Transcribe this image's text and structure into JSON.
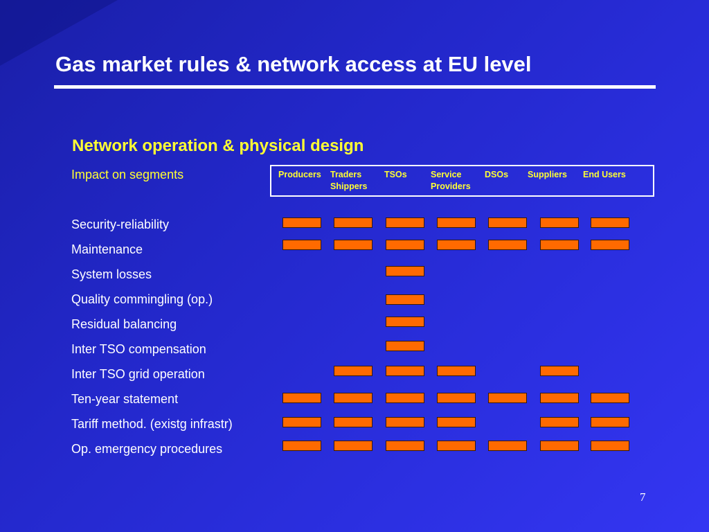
{
  "slide": {
    "title": "Gas market rules & network access at EU level",
    "page_number": "7"
  },
  "section": {
    "heading": "Network operation & physical design",
    "subheading": "Impact on segments"
  },
  "segments": [
    "Producers",
    "Traders\nShippers",
    "TSOs",
    "Service\nProviders",
    "DSOs",
    "Suppliers",
    "End Users"
  ],
  "rows": [
    {
      "label": "Security-reliability",
      "marks": [
        1,
        1,
        1,
        1,
        1,
        1,
        1
      ]
    },
    {
      "label": "Maintenance",
      "marks": [
        1,
        1,
        1,
        1,
        1,
        1,
        1
      ]
    },
    {
      "label": "System losses",
      "marks": [
        0,
        0,
        1,
        0,
        0,
        0,
        0
      ]
    },
    {
      "label": "Quality commingling (op.)",
      "marks": [
        0,
        0,
        1,
        0,
        0,
        0,
        0
      ]
    },
    {
      "label": "Residual balancing",
      "marks": [
        0,
        0,
        1,
        0,
        0,
        0,
        0
      ]
    },
    {
      "label": "Inter TSO compensation",
      "marks": [
        0,
        0,
        1,
        0,
        0,
        0,
        0
      ]
    },
    {
      "label": "Inter TSO grid operation",
      "marks": [
        0,
        1,
        1,
        1,
        0,
        1,
        0
      ]
    },
    {
      "label": "Ten-year statement",
      "marks": [
        1,
        1,
        1,
        1,
        1,
        1,
        1
      ]
    },
    {
      "label": "Tariff method. (existg infrastr)",
      "marks": [
        1,
        1,
        1,
        1,
        0,
        1,
        1
      ]
    },
    {
      "label": "Op. emergency procedures",
      "marks": [
        1,
        1,
        1,
        1,
        1,
        1,
        1
      ]
    }
  ],
  "colors": {
    "background": "#2b2fe0",
    "heading": "#ffff33",
    "mark": "#ff6a00",
    "text": "#ffffff"
  }
}
